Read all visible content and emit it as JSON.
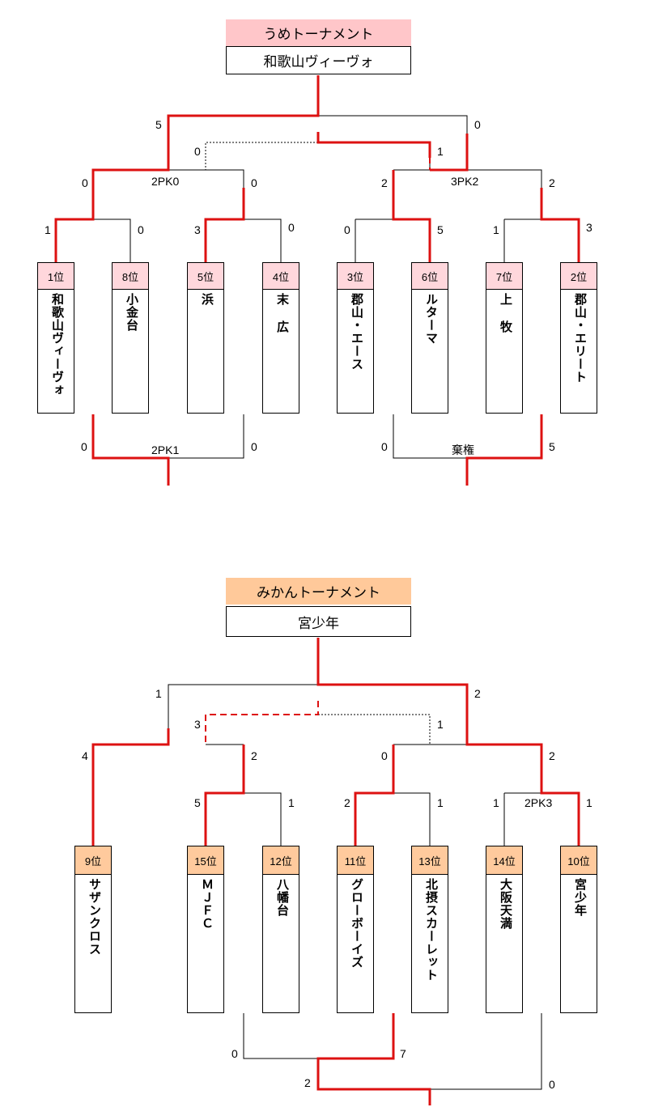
{
  "colors": {
    "win_line": "#dd1111",
    "line": "#000000",
    "ume_header": "#ffc6c9",
    "ume_rank": "#ffd7dc",
    "mikan_header": "#ffc99a",
    "mikan_rank": "#ffca9d"
  },
  "ume": {
    "title": "うめトーナメント",
    "winner": "和歌山ヴィーヴォ",
    "teams": [
      {
        "rank": "1位",
        "name": "和歌山ヴィーヴォ"
      },
      {
        "rank": "8位",
        "name": "小金台"
      },
      {
        "rank": "5位",
        "name": "浜"
      },
      {
        "rank": "4位",
        "name": "末 広"
      },
      {
        "rank": "3位",
        "name": "郡山・エース"
      },
      {
        "rank": "6位",
        "name": "ルターマ"
      },
      {
        "rank": "7位",
        "name": "上 牧"
      },
      {
        "rank": "2位",
        "name": "郡山・エリート"
      }
    ],
    "scores": {
      "r1_a_l": "1",
      "r1_a_r": "0",
      "r1_b_l": "3",
      "r1_b_r": "0",
      "r1_c_l": "0",
      "r1_c_r": "5",
      "r1_d_l": "1",
      "r1_d_r": "3",
      "r2_left_l": "0",
      "r2_left_r": "0",
      "r2_left_pk": "2PK0",
      "r2_right_l": "2",
      "r2_right_r": "2",
      "r2_right_pk": "3PK2",
      "semi_l": "0",
      "semi_r": "1",
      "final_l": "5",
      "final_r": "0",
      "low_left_l": "0",
      "low_left_r": "0",
      "low_left_pk": "2PK1",
      "low_right_l": "0",
      "low_right_r": "5",
      "low_right_note": "棄権"
    }
  },
  "mikan": {
    "title": "みかんトーナメント",
    "winner": "宮少年",
    "teams": [
      {
        "rank": "9位",
        "name": "サザンクロス"
      },
      {
        "rank": "15位",
        "name": "ＭＪＦＣ"
      },
      {
        "rank": "12位",
        "name": "八幡台"
      },
      {
        "rank": "11位",
        "name": "グローボーイズ"
      },
      {
        "rank": "13位",
        "name": "北摂スカーレット"
      },
      {
        "rank": "14位",
        "name": "大阪天満"
      },
      {
        "rank": "10位",
        "name": "宮少年"
      }
    ],
    "scores": {
      "r1_b_l": "5",
      "r1_b_r": "1",
      "r1_c_l": "2",
      "r1_c_r": "1",
      "r1_d_l": "1",
      "r1_d_r": "1",
      "r1_d_pk": "2PK3",
      "r2_left_l": "4",
      "r2_left_r": "2",
      "r2_right_l": "0",
      "r2_right_r": "2",
      "semi_l": "3",
      "semi_r": "1",
      "final_l": "1",
      "final_r": "2",
      "low_inner_l": "0",
      "low_inner_r": "7",
      "low_outer_l": "2",
      "low_outer_r": "0"
    }
  }
}
